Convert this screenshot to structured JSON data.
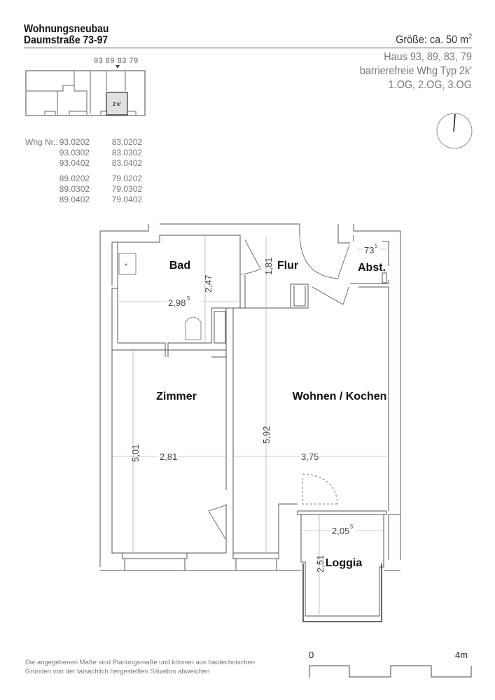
{
  "header": {
    "title_line1": "Wohnungsneubau",
    "title_line2": "Daumstraße 73-97",
    "size_label": "Größe: ca. 50 m",
    "size_unit_sup": "2",
    "houses": "Haus 93, 89, 83, 79",
    "type": "barrierefreie Whg Typ 2k'",
    "floors": "1.OG, 2.OG, 3.OG"
  },
  "keyplan": {
    "house_numbers": "93 89 83 79",
    "unit_label": "2 k'"
  },
  "apartments": {
    "label": "Whg Nr.:",
    "group1": [
      [
        "93.0202",
        "83.0202"
      ],
      [
        "93.0302",
        "83.0302"
      ],
      [
        "93.0402",
        "83.0402"
      ]
    ],
    "group2": [
      [
        "89.0202",
        "79.0202"
      ],
      [
        "89.0302",
        "79.0302"
      ],
      [
        "89.0402",
        "79.0402"
      ]
    ]
  },
  "rooms": {
    "bad": "Bad",
    "flur": "Flur",
    "abst": "Abst.",
    "zimmer": "Zimmer",
    "wohnen": "Wohnen / Kochen",
    "loggia": "Loggia"
  },
  "dimensions": {
    "bad_width": "2,98",
    "bad_width_sup": "5",
    "bad_depth": "2,47",
    "flur_depth": "1,81",
    "abst_width": "73",
    "abst_width_sup": "5",
    "zimmer_depth": "5,01",
    "zimmer_width": "2,81",
    "wohnen_depth": "5,92",
    "wohnen_width": "3,75",
    "loggia_width": "2,05",
    "loggia_width_sup": "5",
    "loggia_depth": "2,51"
  },
  "footer": {
    "disclaimer_line1": "Die angegebenen Maße sind Planungsmaße und können aus bautechnischen",
    "disclaimer_line2": "Gründen von der tatsächlich hergestellten Situation abweichen",
    "scale_start": "0",
    "scale_end": "4m"
  }
}
